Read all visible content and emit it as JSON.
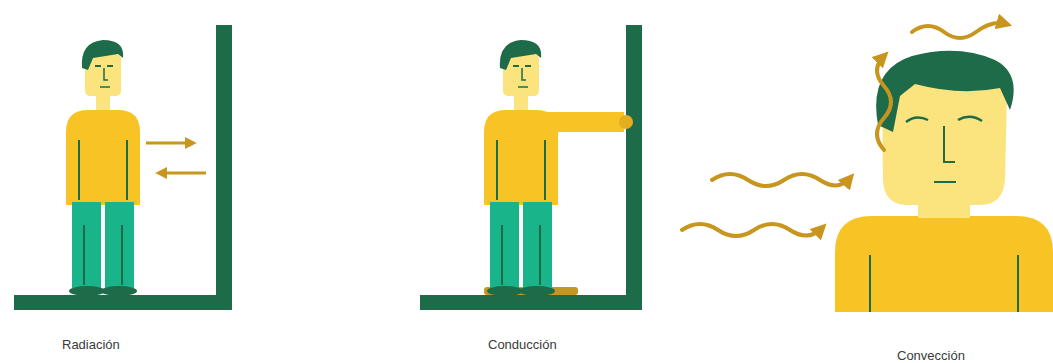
{
  "diagram": {
    "labels": [
      "Radiación",
      "Conducción",
      "Convección"
    ]
  }
}
